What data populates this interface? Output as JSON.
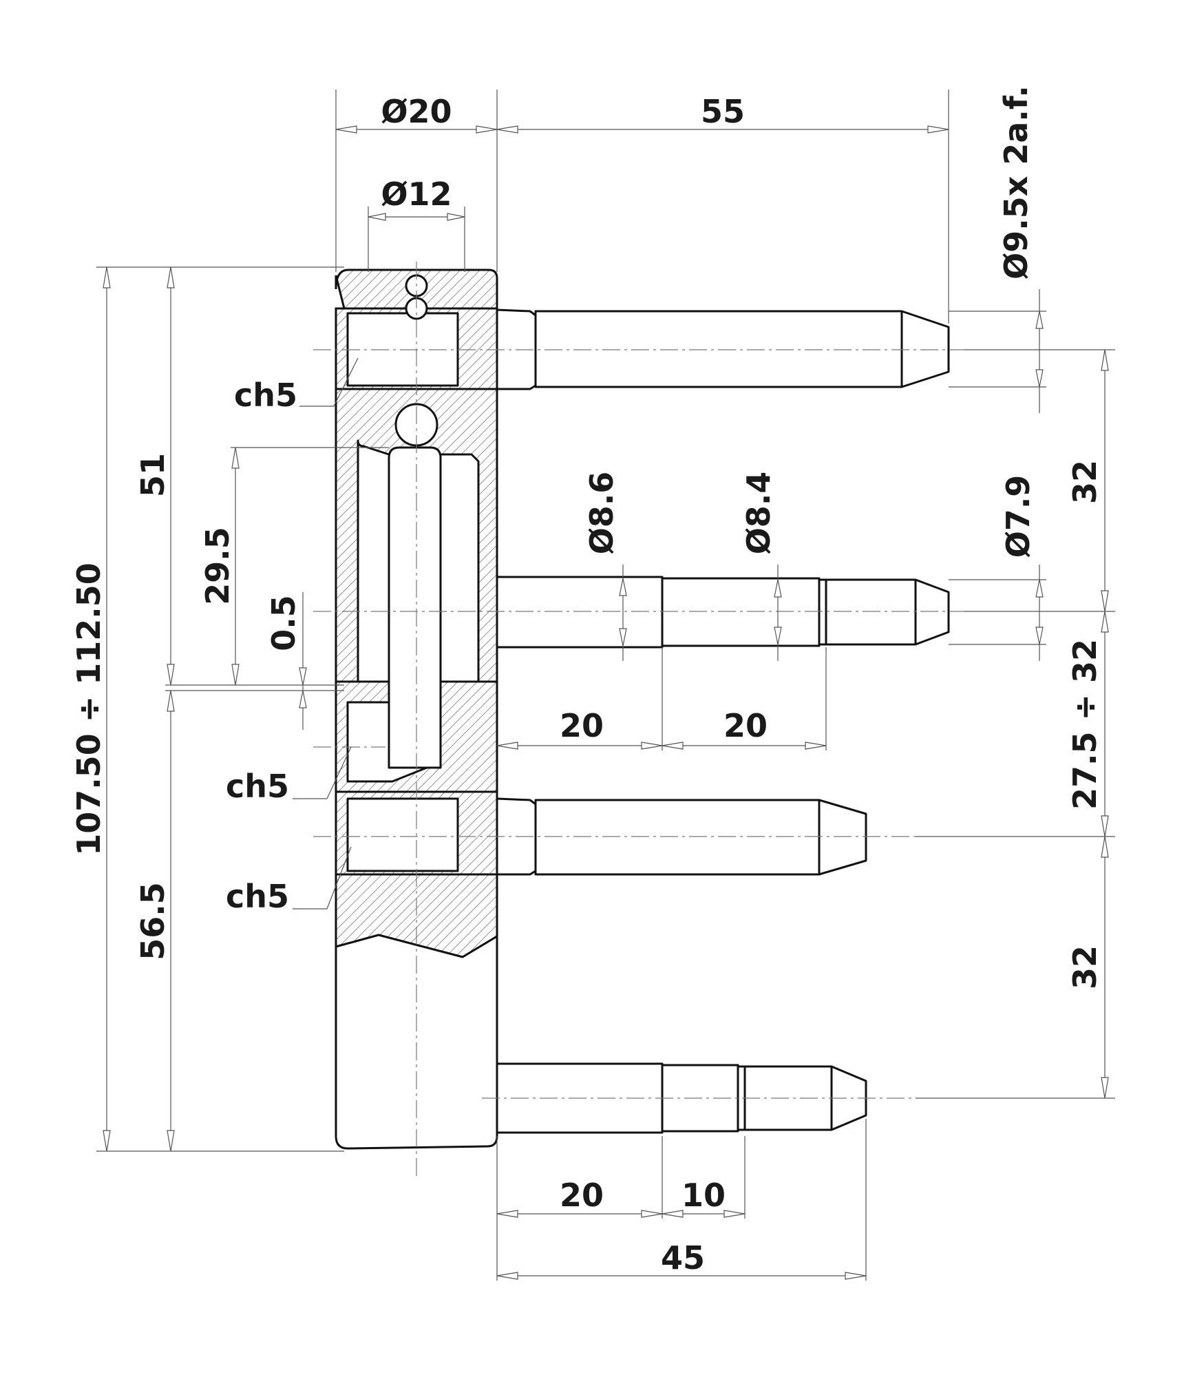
{
  "dimensions": {
    "top_dia_20": "Ø20",
    "top_len_55": "55",
    "dia_12": "Ø12",
    "dia_9_5": "Ø9.5x 2a.f.",
    "ch5_top": "ch5",
    "ch5_mid": "ch5",
    "ch5_bot": "ch5",
    "len_51": "51",
    "len_29_5": "29.5",
    "gap_0_5": "0.5",
    "dia_8_6": "Ø8.6",
    "dia_8_4": "Ø8.4",
    "dia_7_9": "Ø7.9",
    "right_32_top": "32",
    "right_27_5": "27.5 ÷ 32",
    "right_32_bot": "32",
    "mid_20_a": "20",
    "mid_20_b": "20",
    "total_107": "107.50 ÷ 112.50",
    "len_56_5": "56.5",
    "bot_20": "20",
    "bot_10": "10",
    "bot_45": "45"
  }
}
